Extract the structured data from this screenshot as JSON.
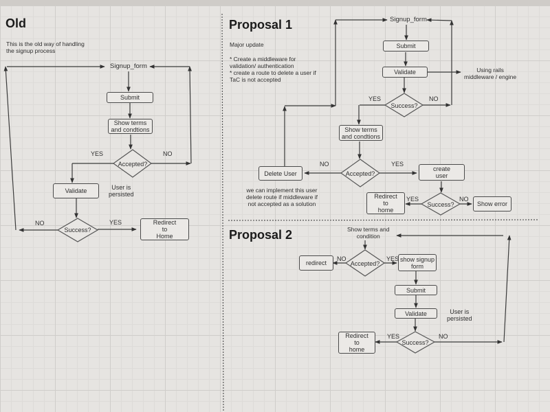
{
  "old": {
    "title": "Old",
    "description": "This is the old way of  handling\nthe signup process",
    "nodes": {
      "signup_form": "Signup_form",
      "submit": "Submit",
      "show_terms": "Show terms\nand condtions",
      "accepted": "Accepted?",
      "validate": "Validate",
      "success": "Success?",
      "redirect": "Redirect\nto\nHome"
    },
    "labels": {
      "yes_accept": "YES",
      "no_accept": "NO",
      "yes_success": "YES",
      "no_success": "NO"
    },
    "note_persisted": "User is\npersisted"
  },
  "proposal1": {
    "title": "Proposal 1",
    "subtitle": "Major update",
    "description": "* Create a middleware for\nvalidation/ authentication\n* create a route to delete a user if\nTaC is not accepted",
    "nodes": {
      "signup_form": "Signup_form",
      "submit": "Submit",
      "validate": "Validate",
      "success": "Success?",
      "show_terms": "Show terms\nand condtions",
      "accepted": "Accepted?",
      "delete_user": "Delete User",
      "create_user": "create\nuser",
      "success2": "Success?",
      "redirect": "Redirect\nto\nhome",
      "show_error": "Show error"
    },
    "labels": {
      "yes_success": "YES",
      "no_success": "NO",
      "no_accept": "NO",
      "yes_accept": "YES",
      "yes_success2": "YES",
      "no_success2": "NO"
    },
    "note_rails": "Using rails\nmiddleware / engine",
    "note_delete": "we can implement this user\ndelete route if middleware if\nnot accepted as a solution"
  },
  "proposal2": {
    "title": "Proposal 2",
    "nodes": {
      "show_terms": "Show terms and\ncondition",
      "accepted": "Accepted?",
      "redirect_no": "redirect",
      "show_signup": "show signup\nform",
      "submit": "Submit",
      "validate": "Validate",
      "success": "Success?",
      "redirect": "Redirect\nto\nhome"
    },
    "labels": {
      "no_accept": "NO",
      "yes_accept": "YES",
      "yes_success": "YES",
      "no_success": "NO"
    },
    "note_persisted": "User is\npersisted"
  }
}
